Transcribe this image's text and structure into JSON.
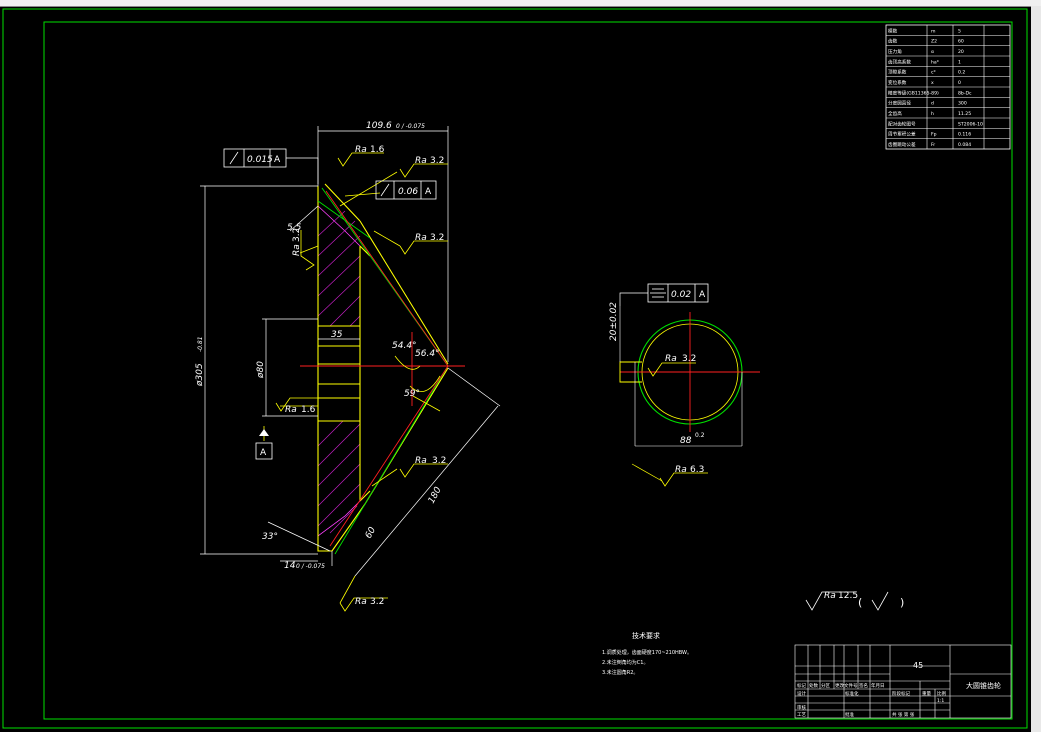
{
  "title_block": {
    "part_name": "大圆锥齿轮",
    "material": "45",
    "scale": "1:1",
    "sheet": "共 张 第 张",
    "row_labels": [
      "标记",
      "设计",
      "审核",
      "工艺"
    ],
    "col_labels": [
      "处数",
      "分区",
      "更改文件号",
      "签名",
      "年月日"
    ],
    "std_label": "标准化",
    "stage_label": "阶段标记",
    "weight_label": "重量",
    "scale_label": "比例",
    "approve_label": "批准"
  },
  "params_table": {
    "rows": [
      {
        "name": "模数",
        "sym": "m",
        "val": "5"
      },
      {
        "name": "齿数",
        "sym": "Z2",
        "val": "60"
      },
      {
        "name": "压力角",
        "sym": "α",
        "val": "20"
      },
      {
        "name": "齿顶高系数",
        "sym": "ha*",
        "val": "1"
      },
      {
        "name": "顶隙系数",
        "sym": "c*",
        "val": "0.2"
      },
      {
        "name": "变位系数",
        "sym": "x",
        "val": "0"
      },
      {
        "name": "精度等级(GB11365-89)",
        "sym": "",
        "val": "8b-Dc"
      },
      {
        "name": "分度圆直径",
        "sym": "d",
        "val": "300"
      },
      {
        "name": "全齿高",
        "sym": "h",
        "val": "11.25"
      },
      {
        "name": "配对齿轮图号",
        "sym": "",
        "val": "ST2006-10"
      },
      {
        "name": "周节累积公差",
        "sym": "Fp",
        "val": "0.116"
      },
      {
        "name": "齿圈跳动公差",
        "sym": "Fr",
        "val": "0.084"
      }
    ]
  },
  "dimensions": {
    "top_width": "109.6",
    "top_width_tol": "0 / -0.075",
    "diameter": "ø305",
    "diameter_tol": "-0.81",
    "bore": "ø80",
    "hub": "35",
    "chamfer": "5.5",
    "angle1": "54.4°",
    "angle2": "56.4°",
    "angle3": "59°",
    "angle_bottom": "33°",
    "bottom_width": "14",
    "bottom_tol": "0 / -0.075",
    "cone_len": "180",
    "face_width": "60",
    "keyway_dim": "20±0.02",
    "bore_dim": "88",
    "bore_tol": "0.2"
  },
  "roughness": {
    "r1": "1.6",
    "r2": "3.2",
    "r3": "3.2",
    "r4": "3.2",
    "r5": "1.6",
    "r6": "3.2",
    "r7": "3.2",
    "r8": "3.2",
    "r9": "6.3",
    "general": "12.5",
    "ra_label": "Ra"
  },
  "tolerances": {
    "runout1": "0.015",
    "runout1_ref": "A",
    "runout2": "0.06",
    "runout2_ref": "A",
    "sym_val": "0.02",
    "sym_ref": "A",
    "datum": "A"
  },
  "tech_notes": {
    "heading": "技术要求",
    "lines": [
      "1.调质处理，齿面硬度170~210HBW。",
      "2.未注倒角均为C1。",
      "3.未注圆角R2。"
    ]
  },
  "colors": {
    "frame": "#00e000",
    "dim": "#00ffff",
    "outline": "#ffff00",
    "center": "#ff2020",
    "hatch": "#ff40ff",
    "text": "#ffffff"
  }
}
